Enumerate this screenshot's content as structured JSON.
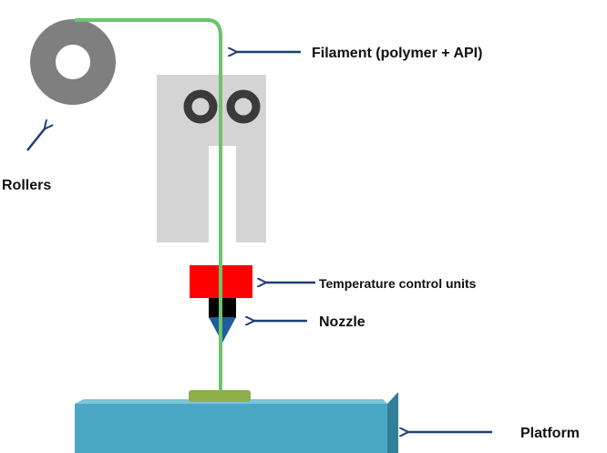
{
  "labels": {
    "filament": "Filament (polymer + API)",
    "rollers": "Rollers",
    "temperature_control": "Temperature control units",
    "nozzle": "Nozzle",
    "platform": "Platform"
  },
  "colors": {
    "filament": "#6cc36c",
    "roller": "#7f7f7f",
    "feeder_roller": "#3a3a3a",
    "extruder_body": "#d4d4d4",
    "heater": "#ff0000",
    "nozzle_body": "#000000",
    "nozzle_tip": "#1f5c99",
    "printed_part": "#8db04b",
    "platform_front": "#4aa8c4",
    "platform_top": "#7cc4d8",
    "platform_side": "#2f7f98",
    "arrow": "#1f3f73"
  }
}
